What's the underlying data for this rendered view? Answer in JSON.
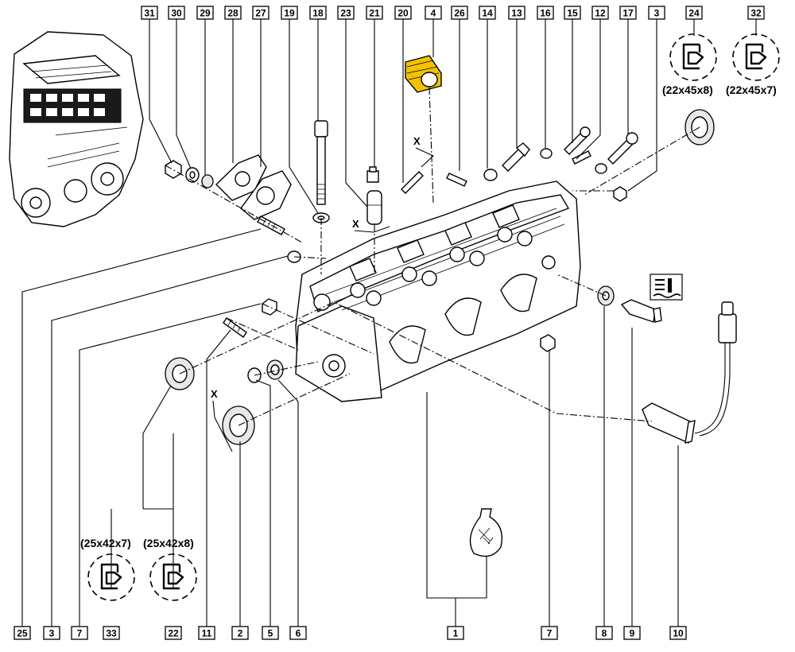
{
  "callouts_top": [
    {
      "label": "31"
    },
    {
      "label": "30"
    },
    {
      "label": "29"
    },
    {
      "label": "28"
    },
    {
      "label": "27"
    },
    {
      "label": "19"
    },
    {
      "label": "18"
    },
    {
      "label": "23"
    },
    {
      "label": "21"
    },
    {
      "label": "20"
    },
    {
      "label": "4"
    },
    {
      "label": "26"
    },
    {
      "label": "14"
    },
    {
      "label": "13"
    },
    {
      "label": "16"
    },
    {
      "label": "15"
    },
    {
      "label": "12"
    },
    {
      "label": "17"
    },
    {
      "label": "3"
    },
    {
      "label": "24"
    },
    {
      "label": "32"
    }
  ],
  "callouts_bottom": [
    {
      "label": "25"
    },
    {
      "label": "3"
    },
    {
      "label": "7"
    },
    {
      "label": "33"
    },
    {
      "label": "22"
    },
    {
      "label": "11"
    },
    {
      "label": "2"
    },
    {
      "label": "5"
    },
    {
      "label": "6"
    },
    {
      "label": "1"
    },
    {
      "label": "7"
    },
    {
      "label": "8"
    },
    {
      "label": "9"
    },
    {
      "label": "10"
    }
  ],
  "seal_dimensions": {
    "top_left": "(22x45x8)",
    "top_right": "(22x45x7)",
    "bottom_left": "(25x42x7)",
    "bottom_right": "(25x42x8)"
  },
  "section_marks": [
    "X",
    "X",
    "X"
  ],
  "highlight_color": "#f2c200",
  "icons": [
    "engine-overview-icon",
    "coolant-temperature-icon",
    "sealant-bag-icon",
    "oil-seal-icon"
  ]
}
